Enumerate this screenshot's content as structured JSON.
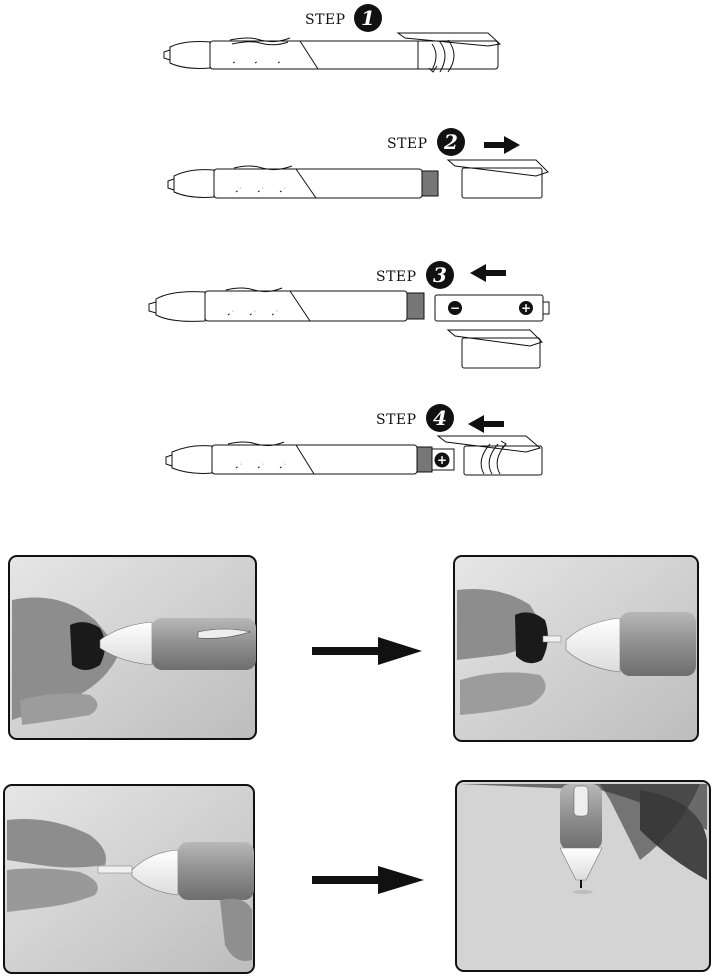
{
  "steps": [
    {
      "word": "STEP",
      "number": "1"
    },
    {
      "word": "STEP",
      "number": "2"
    },
    {
      "word": "STEP",
      "number": "3"
    },
    {
      "word": "STEP",
      "number": "4"
    }
  ],
  "battery": {
    "negative": "−",
    "positive": "+"
  },
  "colors": {
    "ink": "#111111",
    "pen_orange": "#9a9a9a",
    "tip": "#f4f4f4",
    "photo_bg": "#d8d8d8"
  },
  "photos": [
    {
      "name": "cap-removal-photo-before"
    },
    {
      "name": "cap-removal-photo-after"
    },
    {
      "name": "tip-peel-photo"
    },
    {
      "name": "writing-on-paper-photo"
    }
  ]
}
